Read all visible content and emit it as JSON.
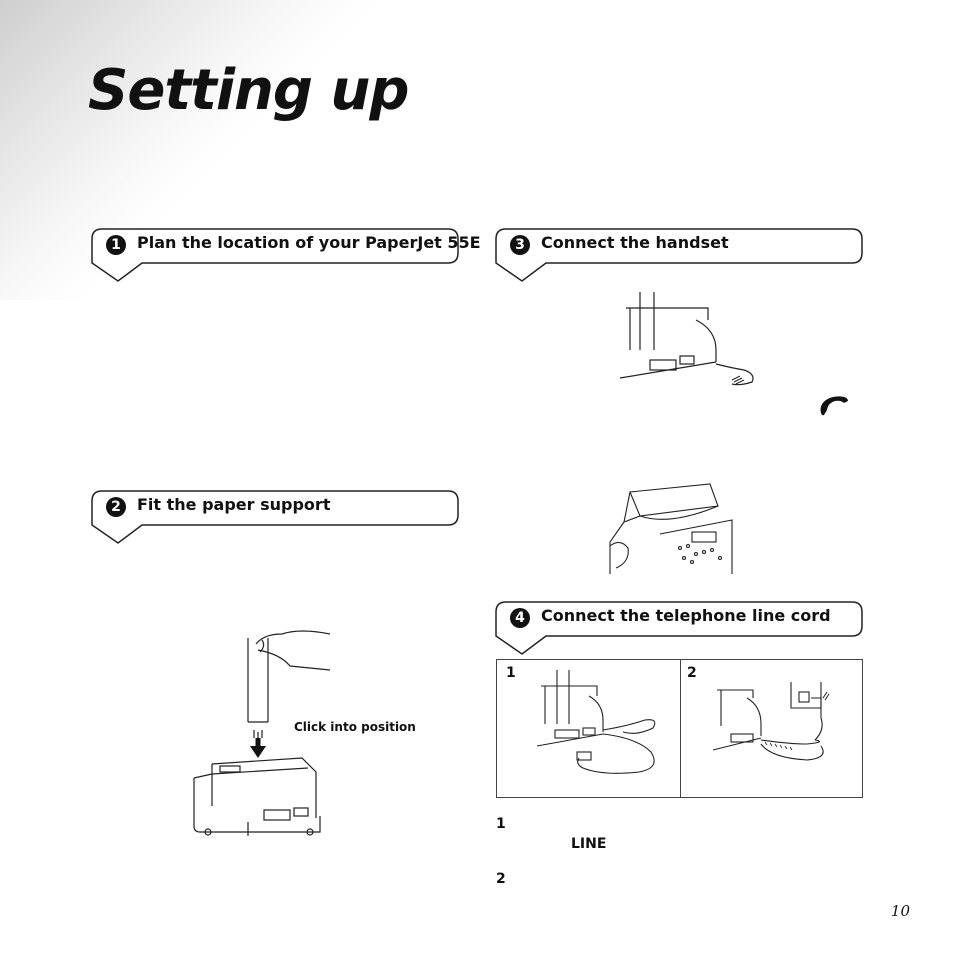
{
  "page": {
    "title": "Setting up",
    "page_number": "10"
  },
  "sections": [
    {
      "number": "1",
      "title": "Plan the location of your PaperJet 55E"
    },
    {
      "number": "2",
      "title": "Fit the paper support"
    },
    {
      "number": "3",
      "title": "Connect the handset"
    },
    {
      "number": "4",
      "title": "Connect the telephone line cord"
    }
  ],
  "figures": {
    "paper_support_caption": "Click into position",
    "panel_labels": [
      "1",
      "2"
    ]
  },
  "steps": [
    {
      "number": "1",
      "keyword": "LINE"
    },
    {
      "number": "2"
    }
  ],
  "icons": {
    "handset": "phone-handset-icon"
  }
}
